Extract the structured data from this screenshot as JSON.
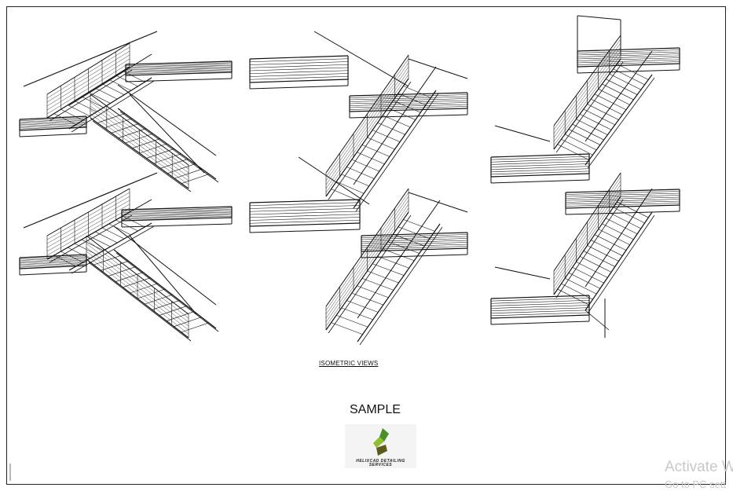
{
  "drawing": {
    "caption": "ISOMETRIC VIEWS",
    "stamp": "SAMPLE",
    "views": [
      "switchback-stair-left",
      "switchback-stair-center",
      "switchback-stair-right"
    ]
  },
  "logo": {
    "text_line1": "HELIXCAD DETAILING",
    "text_line2": "SERVICES",
    "colors": [
      "#4a8f2a",
      "#8fbf2f",
      "#5d5a1e"
    ]
  },
  "watermark": {
    "line1": "Activate W",
    "line2": "Go to PC sett"
  }
}
